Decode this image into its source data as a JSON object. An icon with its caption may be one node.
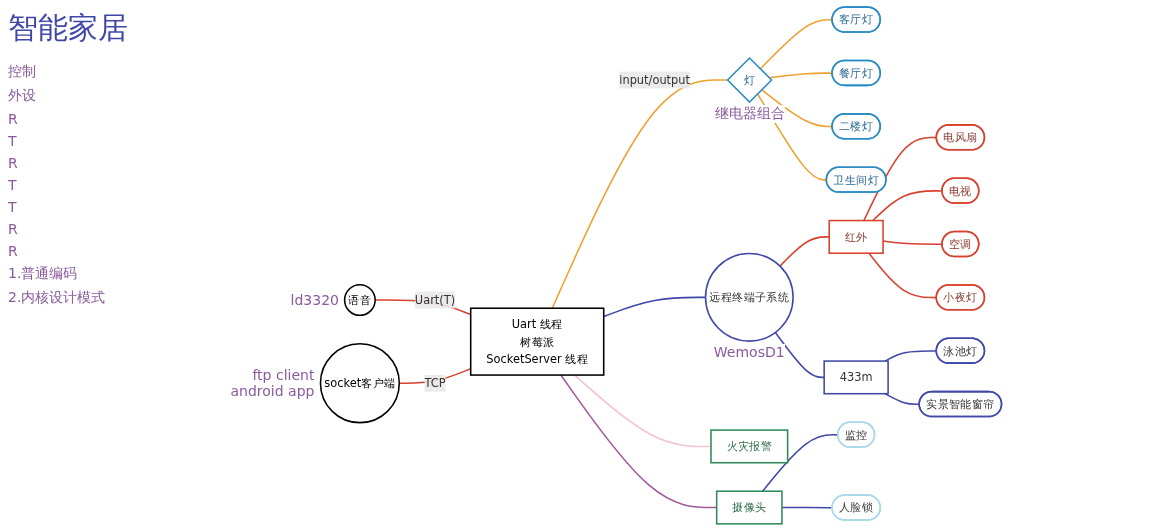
{
  "diagram": {
    "title": "智能家居",
    "nodes": [
      {
        "text": [
          "语音"
        ],
        "beside": [
          "ld3320"
        ]
      },
      {
        "text": [
          "socket客户端"
        ],
        "beside": [
          "ftp client",
          "android app"
        ]
      },
      {
        "text": [
          "Uart 线程",
          "树莓派",
          "SocketServer 线程"
        ]
      },
      {
        "text": [
          "灯"
        ],
        "beside": [
          "继电器组合"
        ]
      },
      {
        "text": [
          "客厅灯"
        ]
      },
      {
        "text": [
          "餐厅灯"
        ]
      },
      {
        "text": [
          "二楼灯"
        ]
      },
      {
        "text": [
          "卫生间灯"
        ]
      },
      {
        "text": [
          "远程终端子系统"
        ],
        "beside": [
          "WemosD1"
        ]
      },
      {
        "text": [
          "433m"
        ]
      },
      {
        "text": [
          "泳池灯"
        ]
      },
      {
        "text": [
          "实景智能窗帘"
        ]
      },
      {
        "text": [
          "火灾报警"
        ]
      },
      {
        "text": [
          "摄像头"
        ]
      },
      {
        "text": [
          "监控"
        ]
      },
      {
        "text": [
          "人脸锁"
        ]
      },
      {
        "text": [
          "红外"
        ]
      },
      {
        "text": [
          "电风扇"
        ]
      },
      {
        "text": [
          "电视"
        ]
      },
      {
        "text": [
          "空调"
        ]
      },
      {
        "text": [
          "小夜灯"
        ]
      }
    ],
    "edges": [
      {
        "from": 0,
        "to": 2,
        "arrow": "none",
        "label": "Uart(T)",
        "color": "#d9412f"
      },
      {
        "from": 1,
        "to": 2,
        "arrow": "none",
        "label": "TCP",
        "color": "#d9412f"
      },
      {
        "from": 2,
        "to": 3,
        "arrow": "none",
        "label": "input/output",
        "color": "#f0a030"
      },
      {
        "from": 3,
        "to": 4,
        "arrow": "none",
        "color": "#f0a030"
      },
      {
        "from": 3,
        "to": 5,
        "arrow": "none",
        "color": "#f0a030"
      },
      {
        "from": 3,
        "to": 6,
        "arrow": "none",
        "color": "#f0a030"
      },
      {
        "from": 3,
        "to": 7,
        "arrow": "none",
        "color": "#f0a030"
      },
      {
        "from": 2,
        "to": 8,
        "arrow": "none",
        "color": "#3f48a8"
      },
      {
        "from": 8,
        "to": 16,
        "arrow": "none",
        "color": "#d9412f"
      },
      {
        "from": 8,
        "to": 9,
        "arrow": "none",
        "color": "#3f48a8"
      },
      {
        "from": 9,
        "to": 10,
        "arrow": "none",
        "color": "#3f48a8"
      },
      {
        "from": 9,
        "to": 11,
        "arrow": "none",
        "color": "#3f48a8"
      },
      {
        "from": 2,
        "to": 12,
        "arrow": "none",
        "color": "#f4c2d0"
      },
      {
        "from": 2,
        "to": 13,
        "arrow": "none",
        "color": "#a05a9c"
      },
      {
        "from": 13,
        "to": 14,
        "arrow": "none",
        "color": "#3f48a8"
      },
      {
        "from": 13,
        "to": 15,
        "arrow": "none",
        "color": "#3f48a8"
      },
      {
        "from": 16,
        "to": 17,
        "arrow": "none",
        "color": "#d9412f"
      },
      {
        "from": 16,
        "to": 18,
        "arrow": "none",
        "color": "#d9412f"
      },
      {
        "from": 16,
        "to": 19,
        "arrow": "none",
        "color": "#d9412f"
      },
      {
        "from": 16,
        "to": 20,
        "arrow": "none",
        "color": "#d9412f"
      }
    ],
    "labels": [
      "控制",
      "外设",
      "R",
      "T",
      "R",
      "T",
      "T",
      "R",
      "R",
      "1.普通编码",
      "2.内核设计模式"
    ]
  }
}
